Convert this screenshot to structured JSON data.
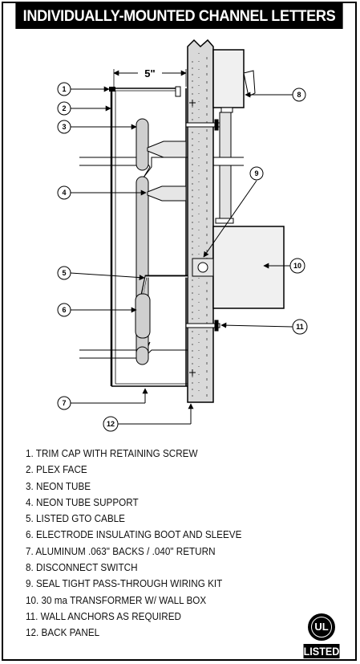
{
  "title": "INDIVIDUALLY-MOUNTED CHANNEL LETTERS",
  "dimension_label": "5\"",
  "callouts": [
    "1",
    "2",
    "3",
    "4",
    "5",
    "6",
    "7",
    "8",
    "9",
    "10",
    "11",
    "12"
  ],
  "legend": [
    "1. TRIM CAP WITH RETAINING SCREW",
    "2. PLEX FACE",
    "3. NEON TUBE",
    "4. NEON TUBE SUPPORT",
    "5. LISTED GTO CABLE",
    "6. ELECTRODE INSULATING BOOT AND SLEEVE",
    "7. ALUMINUM .063\" BACKS / .040\"  RETURN",
    "8. DISCONNECT SWITCH",
    "9. SEAL TIGHT PASS-THROUGH WIRING KIT",
    "10. 30 ma  TRANSFORMER W/ WALL BOX",
    "11. WALL ANCHORS  AS REQUIRED",
    "12. BACK PANEL"
  ],
  "ul_mark": {
    "symbol": "UL",
    "word": "LISTED"
  },
  "colors": {
    "ink": "#000000",
    "wall": "#d9d9d9",
    "tube": "#cfcfcf",
    "box": "#f0f0f0"
  }
}
